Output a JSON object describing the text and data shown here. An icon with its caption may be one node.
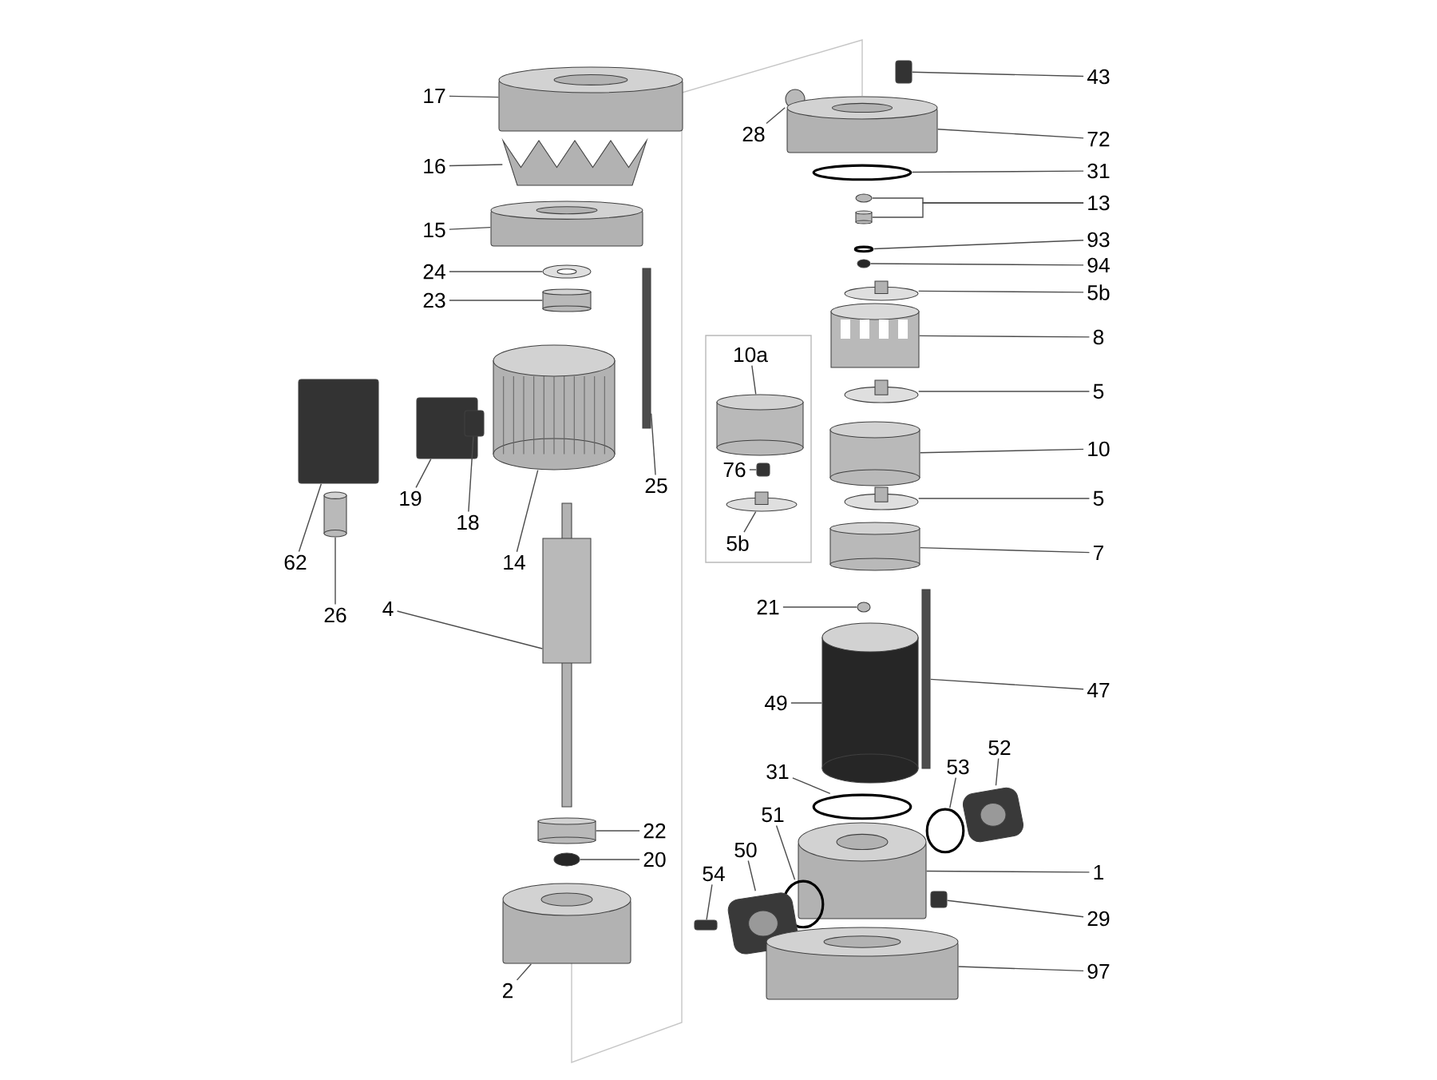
{
  "diagram": {
    "nodes": [
      {
        "text": [
          "17"
        ]
      },
      {
        "text": [],
        "shape": "cylinder"
      },
      {
        "text": [
          "16"
        ]
      },
      {
        "text": [],
        "shape": "picture"
      },
      {
        "text": [
          "15"
        ]
      },
      {
        "text": [],
        "shape": "cylinder"
      },
      {
        "text": [
          "24"
        ]
      },
      {
        "text": [],
        "shape": "picture"
      },
      {
        "text": [
          "23"
        ]
      },
      {
        "text": [],
        "shape": "cylinder"
      },
      {
        "text": [
          "62"
        ]
      },
      {
        "text": [],
        "shape": "box"
      },
      {
        "text": [
          "26"
        ]
      },
      {
        "text": [],
        "shape": "cylinder"
      },
      {
        "text": [
          "19"
        ]
      },
      {
        "text": [],
        "shape": "box"
      },
      {
        "text": [
          "18"
        ]
      },
      {
        "text": [],
        "shape": "box"
      },
      {
        "text": [
          "14"
        ]
      },
      {
        "text": [],
        "shape": "picture"
      },
      {
        "text": [
          "25"
        ]
      },
      {
        "text": [],
        "shape": "bar"
      },
      {
        "text": [
          "4"
        ]
      },
      {
        "text": [],
        "shape": "picture"
      },
      {
        "text": [
          "22"
        ]
      },
      {
        "text": [],
        "shape": "cylinder"
      },
      {
        "text": [
          "20"
        ]
      },
      {
        "text": [],
        "shape": "circle"
      },
      {
        "text": [
          "2"
        ]
      },
      {
        "text": [],
        "shape": "cylinder"
      },
      {
        "text": [
          "28"
        ]
      },
      {
        "text": [],
        "shape": "circle"
      },
      {
        "text": [
          "43"
        ]
      },
      {
        "text": [],
        "shape": "box"
      },
      {
        "text": [
          "72"
        ]
      },
      {
        "text": [],
        "shape": "cylinder"
      },
      {
        "text": [
          "31"
        ]
      },
      {
        "text": [],
        "shape": "circle"
      },
      {
        "text": [
          "13"
        ]
      },
      {
        "text": [],
        "shape": "circle"
      },
      {
        "text": [],
        "shape": "cylinder"
      },
      {
        "text": [
          "93"
        ]
      },
      {
        "text": [],
        "shape": "circle"
      },
      {
        "text": [
          "94"
        ]
      },
      {
        "text": [],
        "shape": "circle"
      },
      {
        "text": [
          "5b"
        ]
      },
      {
        "text": [],
        "shape": "circle"
      },
      {
        "text": [
          "8"
        ]
      },
      {
        "text": [],
        "shape": "picture"
      },
      {
        "text": [],
        "shape": "box"
      },
      {
        "text": [
          "10a"
        ],
        "in": 49
      },
      {
        "text": [],
        "shape": "cylinder",
        "in": 49
      },
      {
        "text": [
          "76"
        ],
        "in": 49
      },
      {
        "text": [],
        "shape": "box",
        "in": 49
      },
      {
        "text": [
          "5b"
        ],
        "in": 49
      },
      {
        "text": [],
        "shape": "circle",
        "in": 49
      },
      {
        "text": [
          "5"
        ]
      },
      {
        "text": [],
        "shape": "circle"
      },
      {
        "text": [
          "10"
        ]
      },
      {
        "text": [],
        "shape": "cylinder"
      },
      {
        "text": [
          "5"
        ]
      },
      {
        "text": [],
        "shape": "circle"
      },
      {
        "text": [
          "7"
        ]
      },
      {
        "text": [],
        "shape": "cylinder"
      },
      {
        "text": [
          "21"
        ]
      },
      {
        "text": [],
        "shape": "circle"
      },
      {
        "text": [
          "49"
        ]
      },
      {
        "text": [],
        "shape": "cylinder"
      },
      {
        "text": [
          "47"
        ]
      },
      {
        "text": [],
        "shape": "bar"
      },
      {
        "text": [
          "31"
        ]
      },
      {
        "text": [],
        "shape": "circle"
      },
      {
        "text": [
          "52"
        ]
      },
      {
        "text": [],
        "shape": "picture"
      },
      {
        "text": [
          "53"
        ]
      },
      {
        "text": [],
        "shape": "circle"
      },
      {
        "text": [
          "1"
        ]
      },
      {
        "text": [],
        "shape": "cylinder"
      },
      {
        "text": [
          "51"
        ]
      },
      {
        "text": [],
        "shape": "circle"
      },
      {
        "text": [
          "50"
        ]
      },
      {
        "text": [],
        "shape": "picture"
      },
      {
        "text": [
          "54"
        ]
      },
      {
        "text": [],
        "shape": "box"
      },
      {
        "text": [
          "29"
        ]
      },
      {
        "text": [],
        "shape": "box"
      },
      {
        "text": [
          "97"
        ]
      },
      {
        "text": [],
        "shape": "cylinder"
      }
    ],
    "edges": [
      {
        "from": 0,
        "to": 1,
        "arrow": "none"
      },
      {
        "from": 2,
        "to": 3,
        "arrow": "none"
      },
      {
        "from": 4,
        "to": 5,
        "arrow": "none"
      },
      {
        "from": 6,
        "to": 7,
        "arrow": "none"
      },
      {
        "from": 8,
        "to": 9,
        "arrow": "none"
      },
      {
        "from": 10,
        "to": 11,
        "arrow": "none"
      },
      {
        "from": 12,
        "to": 13,
        "arrow": "none"
      },
      {
        "from": 14,
        "to": 15,
        "arrow": "none"
      },
      {
        "from": 16,
        "to": 17,
        "arrow": "none"
      },
      {
        "from": 18,
        "to": 19,
        "arrow": "none"
      },
      {
        "from": 20,
        "to": 21,
        "arrow": "none"
      },
      {
        "from": 22,
        "to": 23,
        "arrow": "none"
      },
      {
        "from": 24,
        "to": 25,
        "arrow": "none"
      },
      {
        "from": 26,
        "to": 27,
        "arrow": "none"
      },
      {
        "from": 28,
        "to": 29,
        "arrow": "none"
      },
      {
        "from": 30,
        "to": 31,
        "arrow": "none"
      },
      {
        "from": 32,
        "to": 33,
        "arrow": "none"
      },
      {
        "from": 34,
        "to": 35,
        "arrow": "none"
      },
      {
        "from": 36,
        "to": 37,
        "arrow": "none"
      },
      {
        "from": 38,
        "to": 39,
        "arrow": "none"
      },
      {
        "from": 38,
        "to": 40,
        "arrow": "none"
      },
      {
        "from": 41,
        "to": 42,
        "arrow": "none"
      },
      {
        "from": 43,
        "to": 44,
        "arrow": "none"
      },
      {
        "from": 45,
        "to": 46,
        "arrow": "none"
      },
      {
        "from": 47,
        "to": 48,
        "arrow": "none"
      },
      {
        "from": 50,
        "to": 51,
        "arrow": "none"
      },
      {
        "from": 52,
        "to": 53,
        "arrow": "none"
      },
      {
        "from": 54,
        "to": 55,
        "arrow": "none"
      },
      {
        "from": 56,
        "to": 57,
        "arrow": "none"
      },
      {
        "from": 58,
        "to": 59,
        "arrow": "none"
      },
      {
        "from": 60,
        "to": 61,
        "arrow": "none"
      },
      {
        "from": 62,
        "to": 63,
        "arrow": "none"
      },
      {
        "from": 64,
        "to": 65,
        "arrow": "none"
      },
      {
        "from": 66,
        "to": 67,
        "arrow": "none"
      },
      {
        "from": 68,
        "to": 69,
        "arrow": "none"
      },
      {
        "from": 70,
        "to": 71,
        "arrow": "none"
      },
      {
        "from": 72,
        "to": 73,
        "arrow": "none"
      },
      {
        "from": 74,
        "to": 75,
        "arrow": "none"
      },
      {
        "from": 76,
        "to": 77,
        "arrow": "none"
      },
      {
        "from": 78,
        "to": 79,
        "arrow": "none"
      },
      {
        "from": 80,
        "to": 81,
        "arrow": "none"
      },
      {
        "from": 82,
        "to": 83,
        "arrow": "none"
      },
      {
        "from": 84,
        "to": 85,
        "arrow": "none"
      },
      {
        "from": 86,
        "to": 87,
        "arrow": "none"
      }
    ]
  }
}
